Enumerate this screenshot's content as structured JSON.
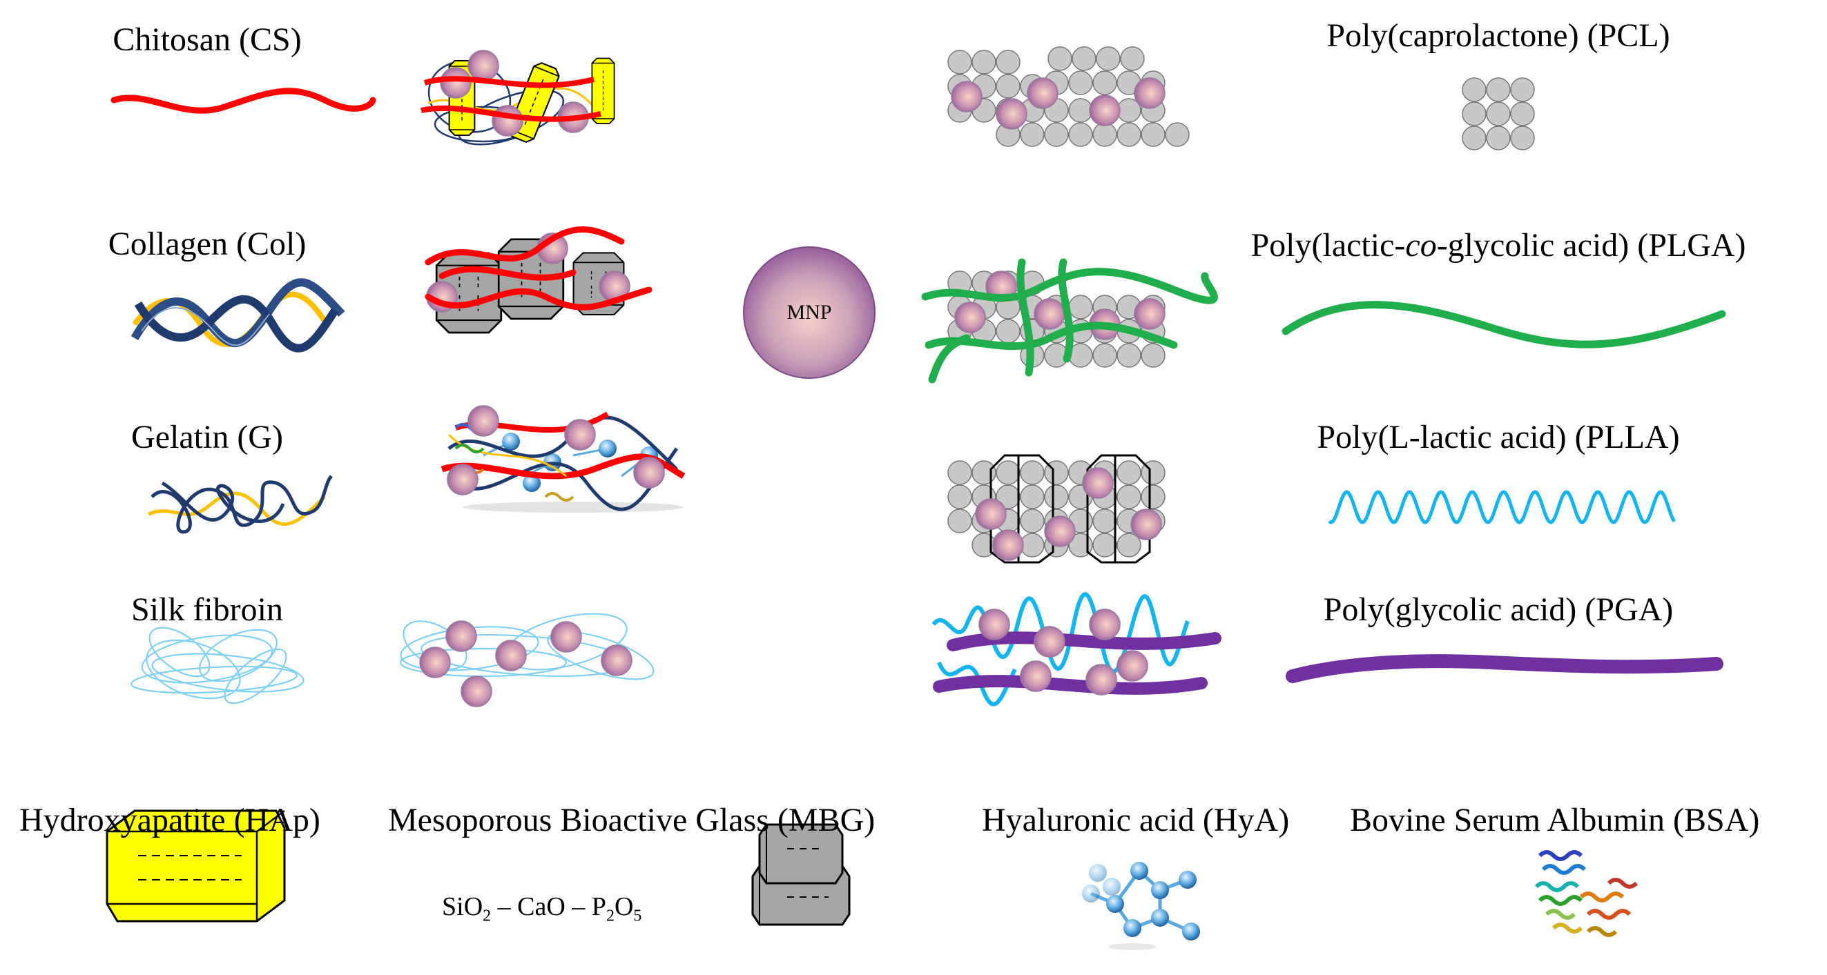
{
  "labels": {
    "chitosan": "Chitosan (CS)",
    "collagen": "Collagen (Col)",
    "gelatin": "Gelatin (G)",
    "silk": "Silk fibroin",
    "pcl": "Poly(caprolactone) (PCL)",
    "plga_pre": "Poly(lactic-",
    "plga_co": "co",
    "plga_post": "-glycolic acid) (PLGA)",
    "plla": "Poly(L-lactic acid) (PLLA)",
    "pga": "Poly(glycolic acid) (PGA)",
    "hap": "Hydroxyapatite (HAp)",
    "mbg": "Mesoporous Bioactive Glass (MBG)",
    "hya": "Hyaluronic acid (HyA)",
    "bsa": "Bovine Serum Albumin (BSA)",
    "mnp": "MNP"
  },
  "formula": {
    "sio": "SiO",
    "sio_sub": "2",
    "cao": " – CaO – P",
    "p_sub": "2",
    "o": "O",
    "o_sub": "5"
  },
  "colors": {
    "chitosan": "#ff0000",
    "collagen_dark": "#1f3a6e",
    "collagen_gold": "#ffc000",
    "silk": "#5bc8f0",
    "plga": "#1fae4b",
    "plla": "#14b4ee",
    "pga": "#7030a0",
    "hap": "#ffff00",
    "mbg": "#a6a6a6",
    "pcl_sphere": "#c8c8c8"
  }
}
